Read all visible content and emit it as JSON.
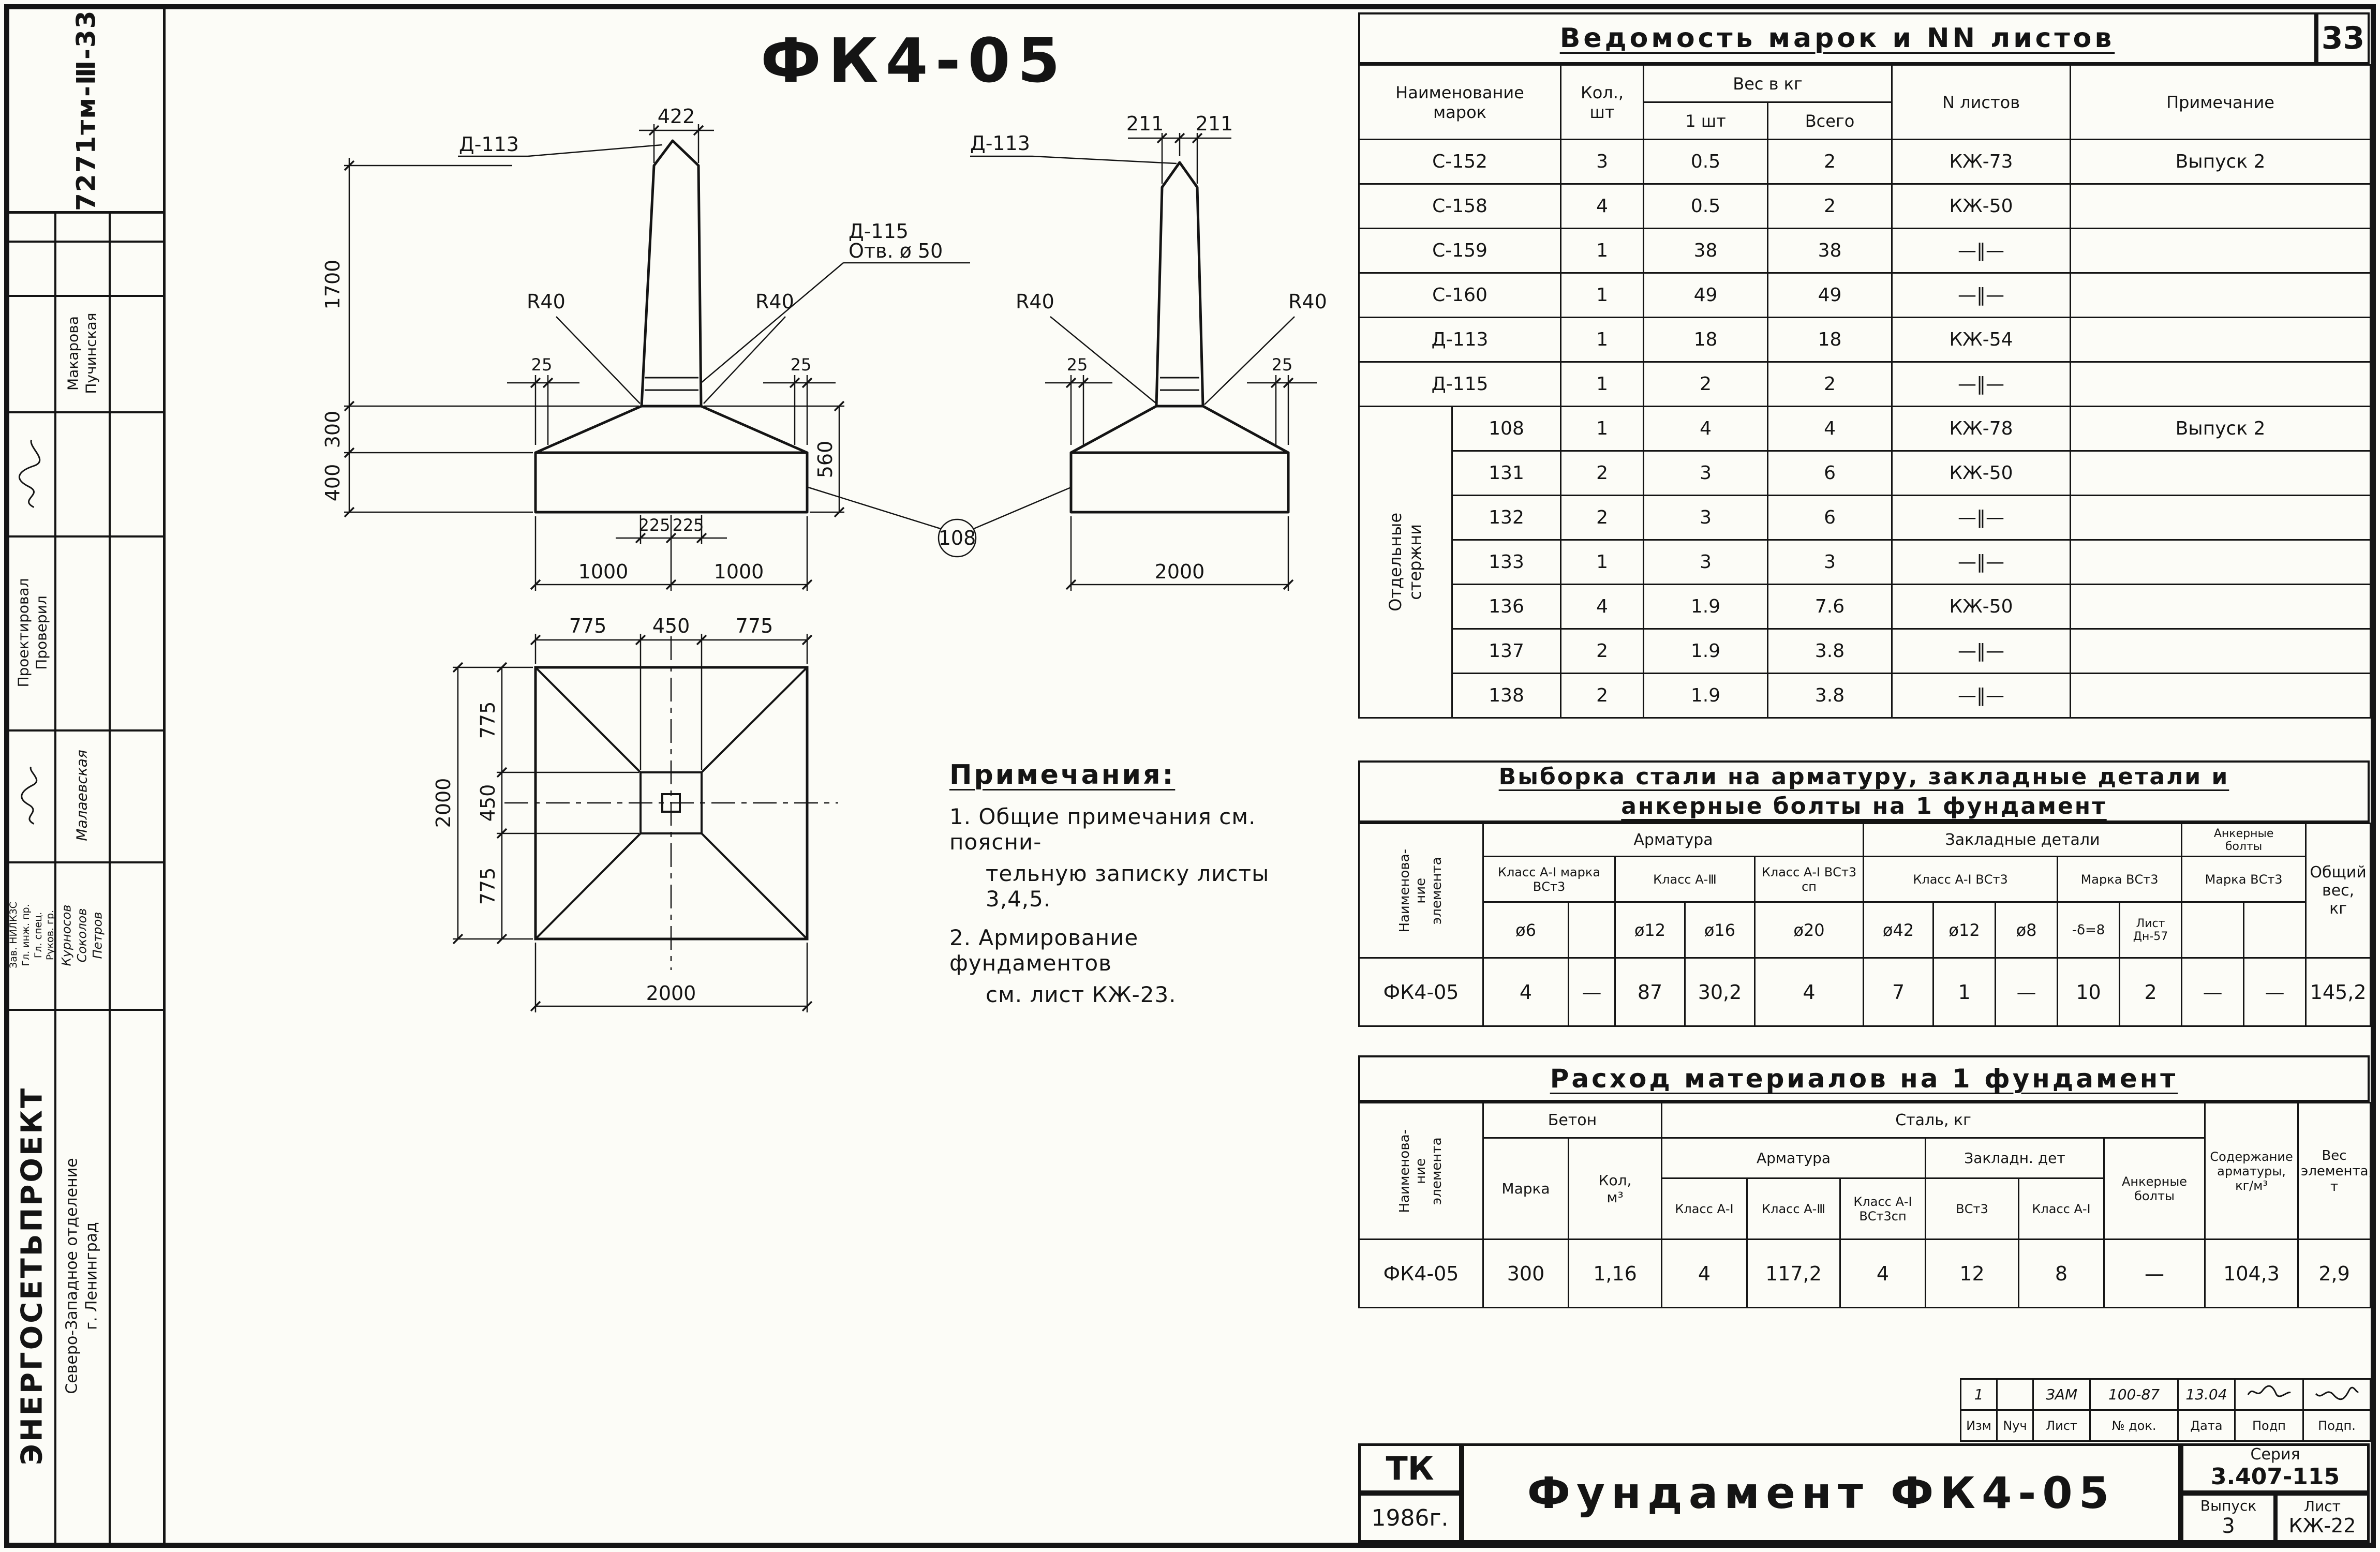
{
  "page": {
    "sheet_number": "33"
  },
  "title": "ФК4-05",
  "sidebar": {
    "doc_code": "7271тм-Ⅲ-33",
    "names_top": [
      "Макарова",
      "Пучинская"
    ],
    "roles_top": [
      "Проектировал",
      "Проверил"
    ],
    "name_mid": "Малаевская",
    "roles": [
      "Зав. НИЛКЗС",
      "Гл. инж. пр.",
      "Гл. спец.",
      "Руков. гр."
    ],
    "names": [
      "Курносов",
      "Соколов",
      "Петров"
    ],
    "org": "ЭНЕРГОСЕТЬПРОЕКТ",
    "branch": [
      "Северо-Западное отделение",
      "г. Ленинград"
    ]
  },
  "drawing": {
    "pos108": "108",
    "v1": {
      "dim422": "422",
      "d113": "Д-113",
      "d115": "Д-115",
      "otv": "Отв. ø 50",
      "r40l": "R40",
      "r40r": "R40",
      "d25l": "25",
      "d25r": "25",
      "h1700": "1700",
      "h300": "300",
      "h400": "400",
      "h560": "560",
      "b225a": "225",
      "b225b": "225",
      "b1000a": "1000",
      "b1000b": "1000"
    },
    "v2": {
      "d113": "Д-113",
      "d211a": "211",
      "d211b": "211",
      "r40l": "R40",
      "r40r": "R40",
      "d25l": "25",
      "d25r": "25",
      "b2000": "2000"
    },
    "plan": {
      "t775a": "775",
      "t450": "450",
      "t775b": "775",
      "l775a": "775",
      "l450": "450",
      "l775b": "775",
      "l2000": "2000",
      "b2000": "2000"
    }
  },
  "notes": {
    "heading": "Примечания:",
    "line1": "1. Общие примечания см. поясни-",
    "line2": "тельную записку листы 3,4,5.",
    "line3": "2. Армирование фундаментов",
    "line4": "см. лист КЖ-23."
  },
  "marks_table": {
    "title": "Ведомость марок и NN листов",
    "h_name1": "Наименование",
    "h_name2": "марок",
    "h_qty1": "Кол.,",
    "h_qty2": "шт",
    "h_weight": "Вес в кг",
    "h_w1": "1 шт",
    "h_wt": "Всего",
    "h_sheets": "N листов",
    "h_note": "Примечание",
    "group1": "Отдельные",
    "group2": "стержни",
    "rows": [
      {
        "mark": "С-152",
        "qty": "3",
        "w1": "0.5",
        "wt": "2",
        "sheet": "КЖ-73",
        "note": "Выпуск 2"
      },
      {
        "mark": "С-158",
        "qty": "4",
        "w1": "0.5",
        "wt": "2",
        "sheet": "КЖ-50",
        "note": ""
      },
      {
        "mark": "С-159",
        "qty": "1",
        "w1": "38",
        "wt": "38",
        "sheet": "—‖—",
        "note": ""
      },
      {
        "mark": "С-160",
        "qty": "1",
        "w1": "49",
        "wt": "49",
        "sheet": "—‖—",
        "note": ""
      },
      {
        "mark": "Д-113",
        "qty": "1",
        "w1": "18",
        "wt": "18",
        "sheet": "КЖ-54",
        "note": ""
      },
      {
        "mark": "Д-115",
        "qty": "1",
        "w1": "2",
        "wt": "2",
        "sheet": "—‖—",
        "note": ""
      },
      {
        "mark": "108",
        "qty": "1",
        "w1": "4",
        "wt": "4",
        "sheet": "КЖ-78",
        "note": "Выпуск 2"
      },
      {
        "mark": "131",
        "qty": "2",
        "w1": "3",
        "wt": "6",
        "sheet": "КЖ-50",
        "note": ""
      },
      {
        "mark": "132",
        "qty": "2",
        "w1": "3",
        "wt": "6",
        "sheet": "—‖—",
        "note": ""
      },
      {
        "mark": "133",
        "qty": "1",
        "w1": "3",
        "wt": "3",
        "sheet": "—‖—",
        "note": ""
      },
      {
        "mark": "136",
        "qty": "4",
        "w1": "1.9",
        "wt": "7.6",
        "sheet": "КЖ-50",
        "note": ""
      },
      {
        "mark": "137",
        "qty": "2",
        "w1": "1.9",
        "wt": "3.8",
        "sheet": "—‖—",
        "note": ""
      },
      {
        "mark": "138",
        "qty": "2",
        "w1": "1.9",
        "wt": "3.8",
        "sheet": "—‖—",
        "note": ""
      }
    ]
  },
  "steel_table": {
    "title1": "Выборка стали на арматуру, закладные детали и",
    "title2": "анкерные болты на 1 фундамент",
    "h_name1": "Наименова-",
    "h_name2": "ние",
    "h_name3": "элемента",
    "g_arm": "Арматура",
    "g_zak": "Закладные детали",
    "g_ank1": "Анкерные",
    "g_ank2": "болты",
    "g_tot1": "Общий",
    "g_tot2": "вес,",
    "g_tot3": "кг",
    "h_a1": "Класс А-I марка ВСт3",
    "h_a3": "Класс А-Ⅲ",
    "h_a1sp": "Класс А-I ВСт3 сп",
    "h_z_a1": "Класс А-I ВСт3",
    "h_z_marka": "Марка ВСт3",
    "h_ank_marka": "Марка ВСт3",
    "d1": "ø6",
    "d2": "",
    "d3": "ø12",
    "d4": "ø16",
    "d5": "ø20",
    "d6": "ø42",
    "d7": "ø12",
    "d8": "ø8",
    "d9": "-δ=8",
    "d10_1": "Лист",
    "d10_2": "Дн-57",
    "row_name": "ФК4-05",
    "v": [
      "4",
      "—",
      "87",
      "30,2",
      "4",
      "7",
      "1",
      "—",
      "10",
      "2",
      "—",
      "—",
      "145,2"
    ]
  },
  "materials_table": {
    "title": "Расход материалов на 1 фундамент",
    "h_name1": "Наименова-",
    "h_name2": "ние",
    "h_name3": "элемента",
    "g_beton": "Бетон",
    "h_marka": "Марка",
    "h_kol1": "Кол,",
    "h_kol2": "м³",
    "g_stal": "Сталь, кг",
    "g_arm": "Арматура",
    "g_zak": "Закладн. дет",
    "h_a1": "Класс А-I",
    "h_a3": "Класс А-Ⅲ",
    "h_a1sp": "Класс А-I ВСт3сп",
    "h_vst3": "ВСт3",
    "h_z_a1": "Класс А-I",
    "h_ank1": "Анкерные",
    "h_ank2": "болты",
    "h_sod1": "Содержание",
    "h_sod2": "арматуры,",
    "h_sod3": "кг/м³",
    "h_ves1": "Вес",
    "h_ves2": "элемента,",
    "h_ves3": "т",
    "row_name": "ФК4-05",
    "v": [
      "300",
      "1,16",
      "4",
      "117,2",
      "4",
      "12",
      "8",
      "—",
      "104,3",
      "2,9"
    ]
  },
  "revision": {
    "v": [
      "1",
      "",
      "ЗАМ",
      "100-87",
      "13.04"
    ],
    "h": [
      "Изм",
      "Nуч",
      "Лист",
      "№ док.",
      "Дата",
      "Подп",
      "Подп."
    ]
  },
  "titleblock": {
    "tk": "ТК",
    "year": "1986г.",
    "title": "Фундамент ФК4-05",
    "series_label": "Серия",
    "series": "3.407-115",
    "vypusk_label": "Выпуск",
    "vypusk": "3",
    "list_label": "Лист",
    "list": "КЖ-22"
  }
}
